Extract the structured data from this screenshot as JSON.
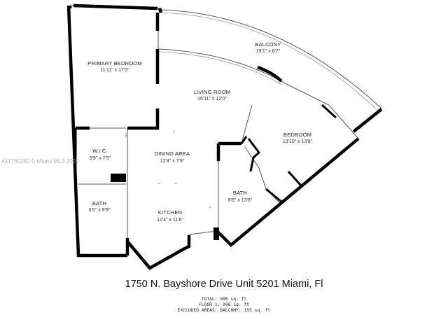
{
  "rooms": {
    "primary_bedroom": {
      "name": "PRIMARY BEDROOM",
      "dims": "11'11\" x 17'0\""
    },
    "balcony": {
      "name": "BALCONY",
      "dims": "19'1\" x 6'7\""
    },
    "living_room": {
      "name": "LIVING ROOM",
      "dims": "16'11\" x 12'0\""
    },
    "bedroom": {
      "name": "BEDROOM",
      "dims": "13'10\" x 13'8\""
    },
    "wic": {
      "name": "W.I.C.",
      "dims": "6'9\" x 7'5\""
    },
    "dining_area": {
      "name": "DINING AREA",
      "dims": "12'4\" x 7'9\""
    },
    "bath_left": {
      "name": "BATH",
      "dims": "6'5\" x 9'9\""
    },
    "bath_right": {
      "name": "BATH",
      "dims": "8'6\" x 13'8\""
    },
    "kitchen": {
      "name": "KITCHEN",
      "dims": "12'4\" x 11'8\""
    }
  },
  "watermark": "A11765282 © Miami MLS 2025",
  "address": "1750 N. Bayshore Drive Unit 5201 Miami, Fl",
  "areas": {
    "total": "TOTAL: 906 sq. ft",
    "floor1": "FLOOR 1: 906 sq. ft",
    "excluded": "EXCLUDED AREAS: BALCONY: 155 sq. ft"
  },
  "colors": {
    "wall": "#000000",
    "thin_wall": "#555555",
    "window": "#9a9a9a"
  }
}
